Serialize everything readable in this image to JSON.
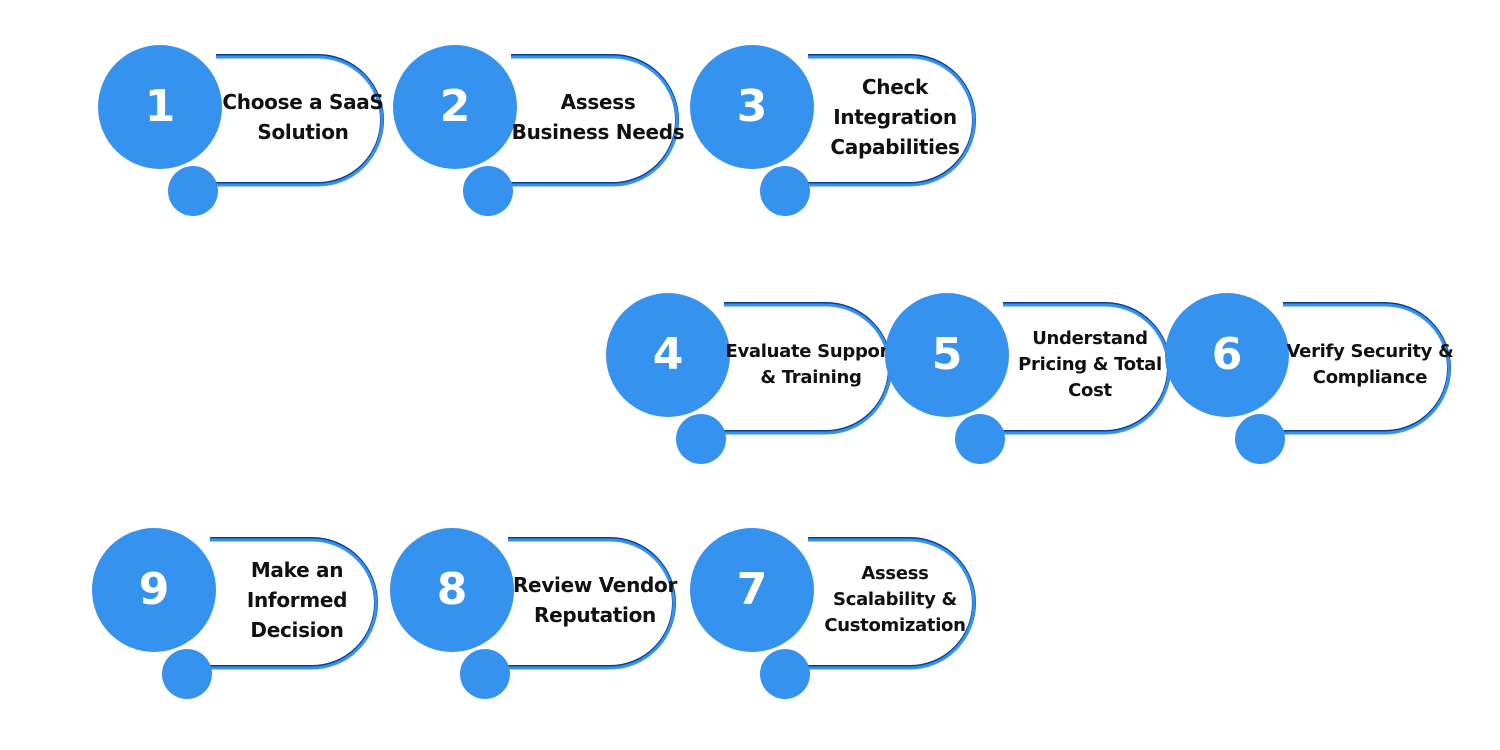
{
  "colors": {
    "accent": "#3592ef",
    "outline_dark": "#0d3f8f",
    "text": "#111111",
    "number_text": "#ffffff",
    "background": "#ffffff"
  },
  "steps": [
    {
      "number": "1",
      "label": "Choose a SaaS Solution"
    },
    {
      "number": "2",
      "label": "Assess Business Needs"
    },
    {
      "number": "3",
      "label": "Check Integration Capabilities"
    },
    {
      "number": "4",
      "label": "Evaluate Support & Training"
    },
    {
      "number": "5",
      "label": "Understand Pricing & Total Cost"
    },
    {
      "number": "6",
      "label": "Verify Security & Compliance"
    },
    {
      "number": "7",
      "label": "Assess Scalability & Customization"
    },
    {
      "number": "8",
      "label": "Review Vendor Reputation"
    },
    {
      "number": "9",
      "label": "Make an Informed Decision"
    }
  ]
}
